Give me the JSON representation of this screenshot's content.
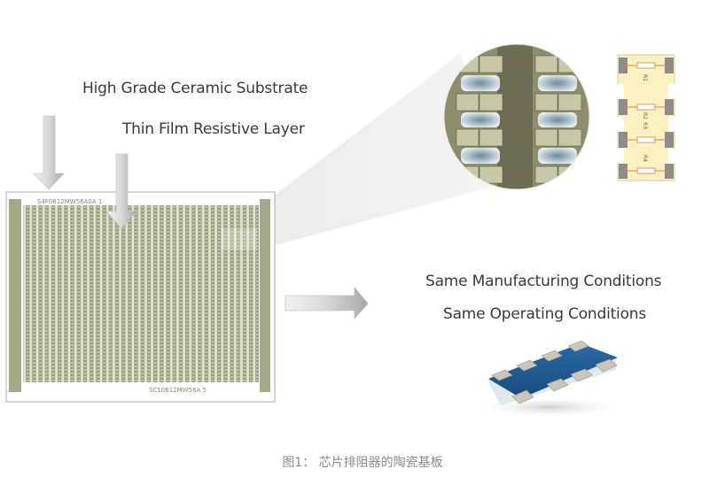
{
  "figure": {
    "labels": {
      "substrate": "High Grade Ceramic Substrate",
      "film": "Thin Film Resistive Layer",
      "manufacturing": "Same Manufacturing Conditions",
      "operating": "Same Operating Conditions"
    },
    "wafer": {
      "top_code": "S4F0612MW56A0A 1",
      "bottom_code": "SC10612MW56A 5"
    },
    "schematic": {
      "resistors": [
        "R1",
        "R2",
        "R3",
        "R4"
      ]
    },
    "caption": "图1： 芯片排阻器的陶瓷基板",
    "colors": {
      "text": "#3a3a3a",
      "caption": "#8a8a8a",
      "substrate": "#a9ae8c",
      "resistor_blue": "#1f5c93",
      "arrow": "#d9d9d9"
    },
    "icons": {
      "arrows": [
        "arrow-down-icon",
        "arrow-down-icon",
        "arrow-right-icon"
      ]
    }
  }
}
